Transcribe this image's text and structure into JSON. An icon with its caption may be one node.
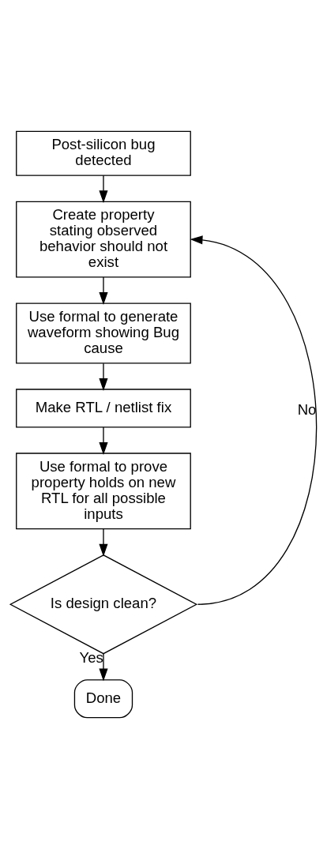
{
  "diagram": {
    "nodes": [
      {
        "text": [
          "Post-silicon bug detected"
        ]
      },
      {
        "text": [
          "Create property stating observed behavior should not exist"
        ]
      },
      {
        "text": [
          "Use formal to generate waveform showing Bug cause"
        ]
      },
      {
        "text": [
          "Make RTL / netlist fix"
        ]
      },
      {
        "text": [
          "Use formal to prove property holds on new RTL for all possible inputs"
        ]
      },
      {
        "text": [
          "Is design clean?"
        ]
      },
      {
        "text": [
          "Done"
        ]
      }
    ],
    "edges": [
      {
        "from": 0,
        "to": 1,
        "arrow": "to"
      },
      {
        "from": 1,
        "to": 2,
        "arrow": "to"
      },
      {
        "from": 2,
        "to": 3,
        "arrow": "to"
      },
      {
        "from": 3,
        "to": 4,
        "arrow": "to"
      },
      {
        "from": 4,
        "to": 5,
        "arrow": "to"
      },
      {
        "from": 5,
        "to": 6,
        "arrow": "to",
        "label": "Yes"
      },
      {
        "from": 5,
        "to": 1,
        "arrow": "to",
        "label": "No"
      }
    ]
  }
}
